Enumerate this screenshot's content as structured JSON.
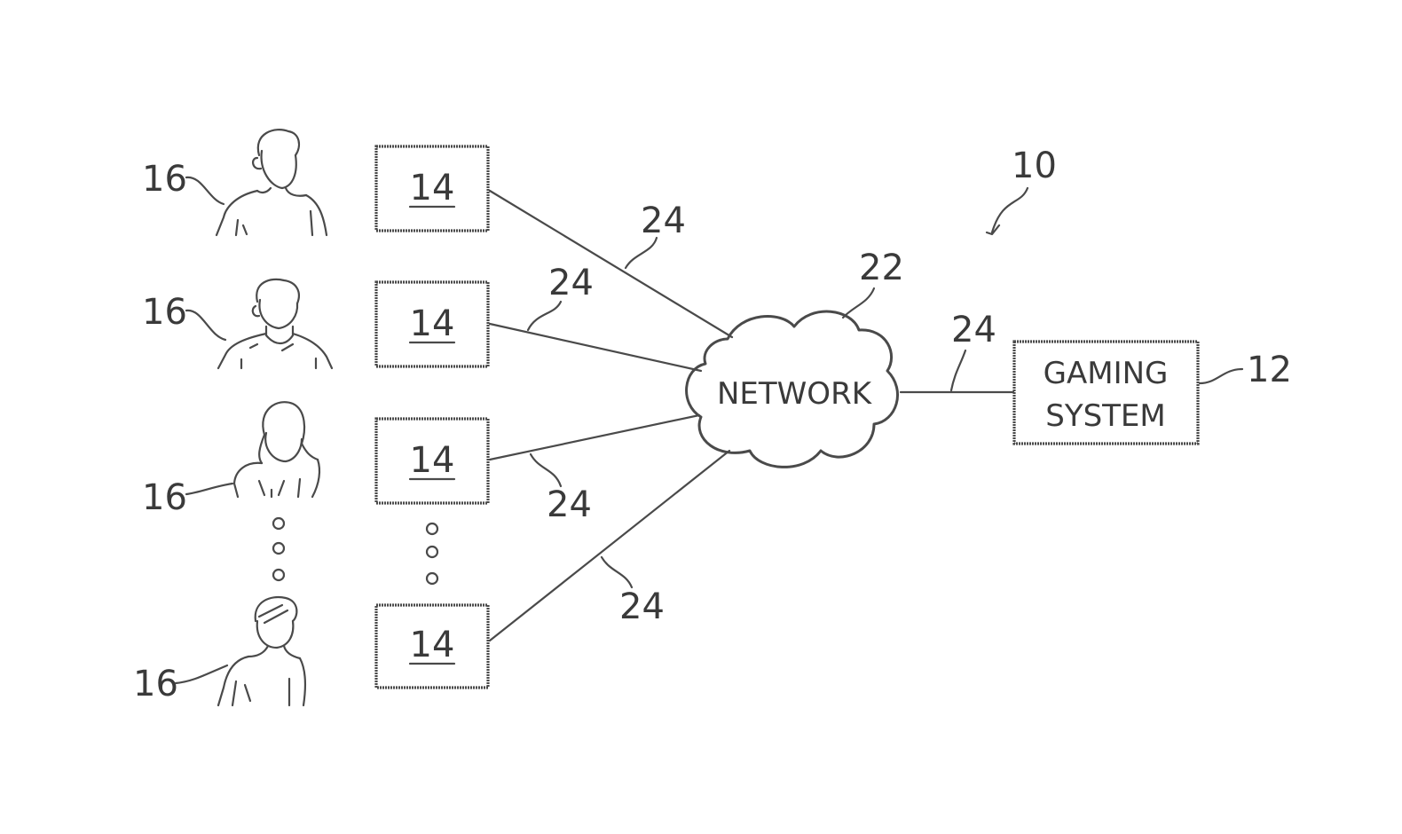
{
  "figure": {
    "system_ref": "10",
    "network": {
      "label": "NETWORK",
      "ref": "22"
    },
    "gaming_system": {
      "line1": "GAMING",
      "line2": "SYSTEM",
      "ref": "12"
    },
    "terminal_label": "14",
    "player_ref": "16",
    "link_ref": "24"
  }
}
